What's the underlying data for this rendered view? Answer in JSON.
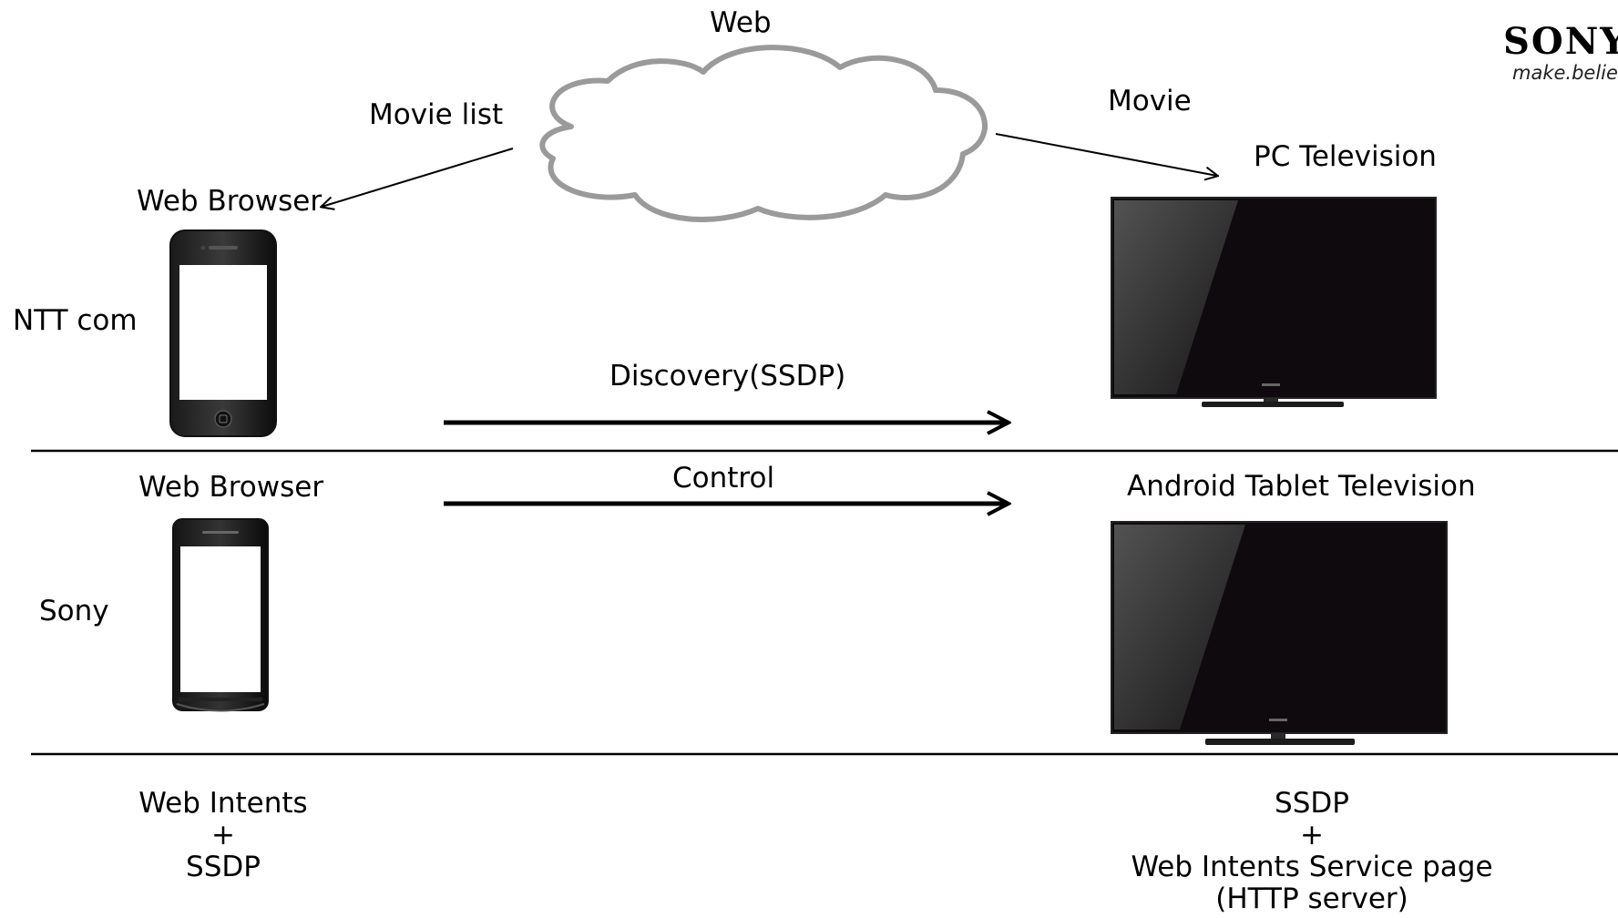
{
  "logo": {
    "brand": "SONY",
    "tagline": "make.believe"
  },
  "cloud": {
    "label": "Web"
  },
  "edges": {
    "movie_list": "Movie list",
    "movie": "Movie",
    "discovery": "Discovery(SSDP)",
    "control": "Control"
  },
  "rows": {
    "top": {
      "vendor": "NTT com",
      "client_label": "Web Browser",
      "server_label": "PC Television"
    },
    "bottom": {
      "vendor": "Sony",
      "client_label": "Web Browser",
      "server_label": "Android Tablet Television"
    }
  },
  "footer": {
    "client_stack": {
      "line1": "Web Intents",
      "line2": "+",
      "line3": "SSDP"
    },
    "server_stack": {
      "line1": "SSDP",
      "line2": "+",
      "line3": "Web Intents Service page",
      "line4": "(HTTP server)"
    }
  }
}
